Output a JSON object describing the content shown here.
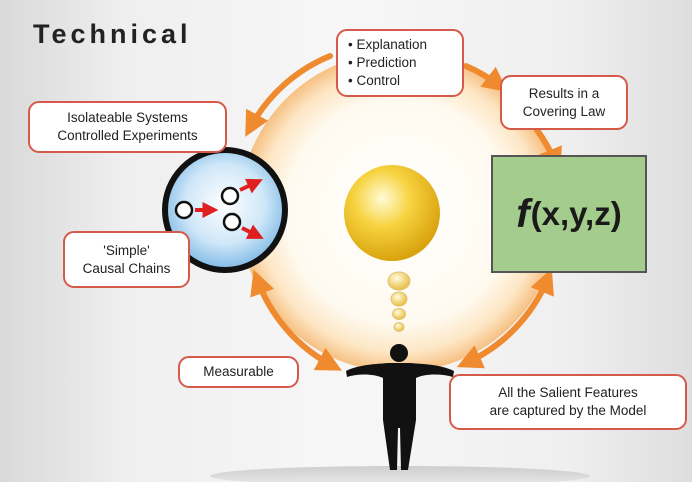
{
  "title": "Technical",
  "callouts": {
    "goals": [
      "• Explanation",
      "• Prediction",
      "• Control"
    ],
    "results": [
      "Results in a",
      "Covering Law"
    ],
    "isolate": [
      "Isolateable Systems",
      "Controlled Experiments"
    ],
    "simple": [
      "'Simple'",
      "Causal Chains"
    ],
    "measurable": "Measurable",
    "salient": [
      "All the Salient Features",
      "are captured by the Model"
    ]
  },
  "model": {
    "fn": "f",
    "args": "(x,y,z)"
  },
  "colors": {
    "arrow": "#ef8a2e",
    "callout_border": "#d65a4a",
    "model_fill": "#a4cc8c",
    "sphere": "#f2c61f",
    "lens": "#a9d3f1",
    "causal_arrow": "#e02020",
    "figure": "#111111"
  }
}
